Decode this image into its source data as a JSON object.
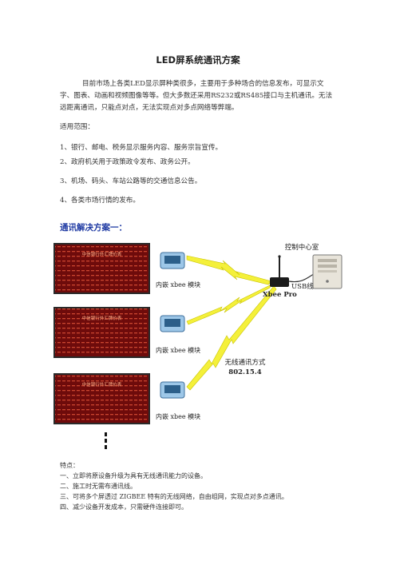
{
  "title": "LED屏系统通讯方案",
  "intro": "目前市场上各类LED显示屏种类很多，主要用于多种场合的信息发布，可显示文字、图表、动画和视频图像等等。但大多数还采用RS232或RS485接口与主机通讯。无法远距离通讯，只能点对点，无法实现点对多点网络等弊端。",
  "scope_label": "适用范围：",
  "scope_items": [
    "1、银行、邮电、税务显示服务内容、服务宗旨宣传。",
    "2、政府机关用于政策政令发布、政务公开。",
    "3、机场、码头、车站公路等的交通信息公告。",
    "4、各类市场行情的发布。"
  ],
  "solution_heading": "通讯解决方案一：",
  "diagram": {
    "control_center": "控制中心室",
    "usb_label": "USB线",
    "xbee_pro": "Xbee Pro",
    "module_label": "内嵌 xbee 模块",
    "wireless_line1": "无线通讯方式",
    "wireless_line2": "802.15.4",
    "led_sign_title": "中信银行外汇牌价表",
    "colors": {
      "led_bg": "#7a0d0d",
      "led_text": "#ff6a3d",
      "bolt": "#f4f03a",
      "frame": "#2a2a2a"
    }
  },
  "features_label": "特点：",
  "features": [
    "一、立即将原设备升级为具有无线通讯能力的设备。",
    "二、施工时无需布通讯线。",
    "三、可将多个屏透过 ZIGBEE 特有的无线网络，自由组网，实现点对多点通讯。",
    "四、减少设备开发成本，只需硬件连接即可。"
  ]
}
